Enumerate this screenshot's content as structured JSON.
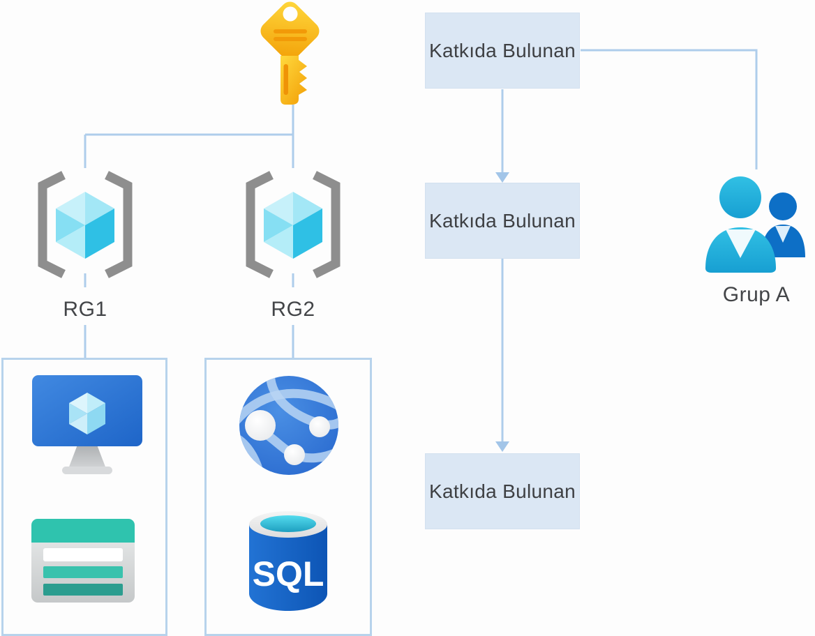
{
  "diagram": {
    "title_hint": "Azure RBAC scope diagram",
    "colors": {
      "background": "#fdfdfd",
      "connector_line": "#aecdeb",
      "arrowhead": "#a2c5e8",
      "container_border": "#b7d3ec",
      "role_box_fill": "#dbe7f4",
      "role_box_text": "#3e4043",
      "label_text": "#434548",
      "key_yellow": "#ffd83d",
      "key_orange": "#f3a30a",
      "bracket_gray": "#8e8e8e",
      "cube_cyan": "#2fc0e5",
      "vm_screen_blue": "#2e7ad8",
      "web_teal": "#2fc3ae",
      "globe_blue": "#2e74d3",
      "sql_blue": "#1663c4",
      "person_front": "#24b3dd",
      "person_back": "#0d6fc6"
    },
    "key": {
      "icon": "key-icon"
    },
    "resource_groups": [
      {
        "label": "RG1",
        "icon": "resource-group-icon",
        "resources": [
          {
            "icon": "virtual-machine-icon"
          },
          {
            "icon": "web-app-icon"
          }
        ]
      },
      {
        "label": "RG2",
        "icon": "resource-group-icon",
        "resources": [
          {
            "icon": "app-service-icon"
          },
          {
            "icon": "sql-database-icon",
            "text": "SQL"
          }
        ]
      }
    ],
    "roles": [
      {
        "label": "Katkıda Bulunan"
      },
      {
        "label": "Katkıda Bulunan"
      },
      {
        "label": "Katkıda Bulunan"
      }
    ],
    "group": {
      "label": "Grup A",
      "icon": "user-group-icon"
    }
  }
}
